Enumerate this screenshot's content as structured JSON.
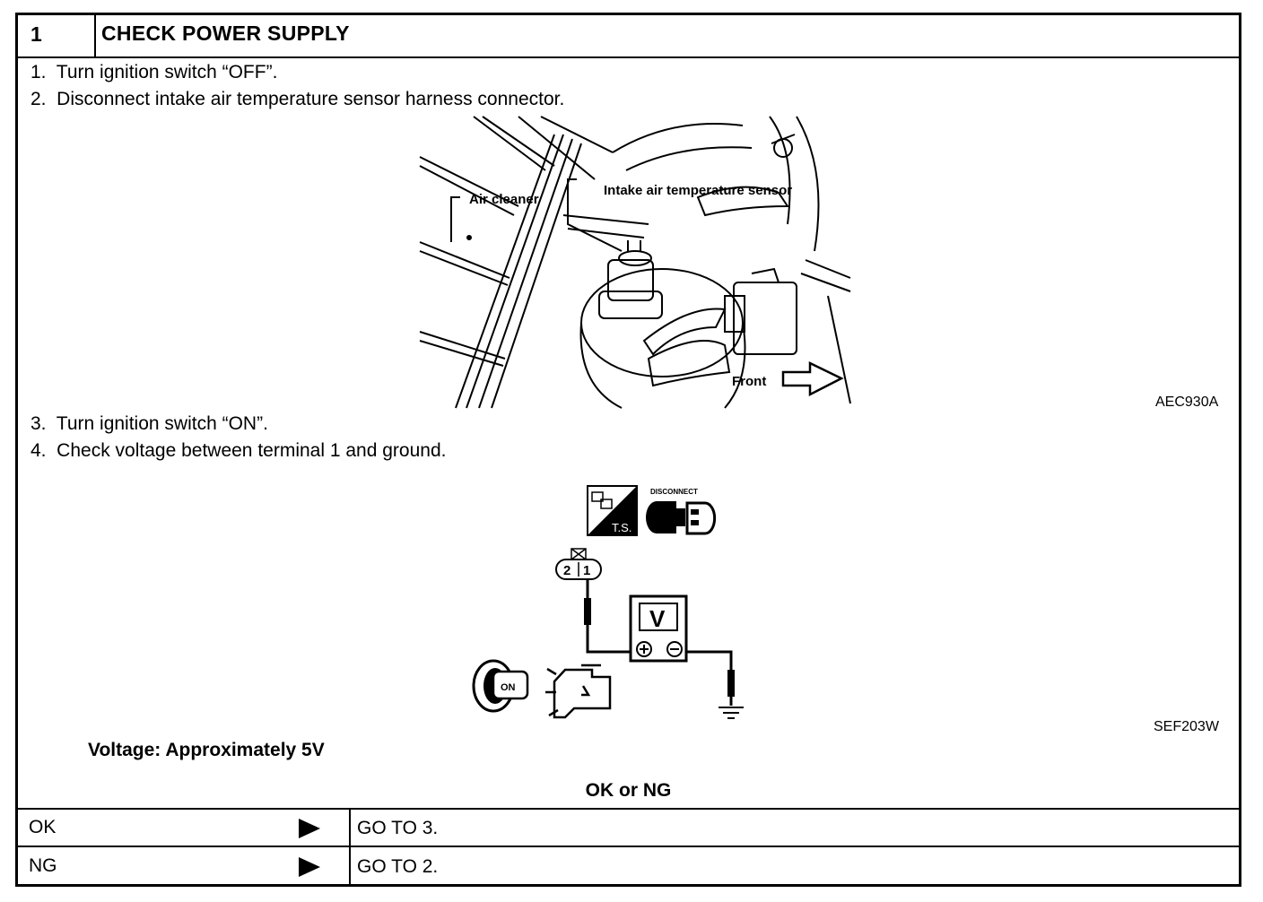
{
  "header": {
    "number": "1",
    "title": "CHECK POWER SUPPLY"
  },
  "steps": [
    "1.  Turn ignition switch “OFF”.",
    "2.  Disconnect intake air temperature sensor harness connector.",
    "3.  Turn ignition switch “ON”.",
    "4.  Check voltage between terminal 1 and ground."
  ],
  "figure1": {
    "labels": {
      "air_cleaner": "Air cleaner",
      "sensor": "Intake air temperature sensor",
      "front": "Front"
    },
    "code": "AEC930A"
  },
  "figure2": {
    "disconnect_label": "DISCONNECT",
    "ts_label": "T.S.",
    "terminals": [
      "2",
      "1"
    ],
    "meter_label": "V",
    "key_label": "ON",
    "code": "SEF203W"
  },
  "spec": "Voltage: Approximately 5V",
  "question": "OK or NG",
  "results": [
    {
      "label": "OK",
      "action": "GO TO 3."
    },
    {
      "label": "NG",
      "action": "GO TO 2."
    }
  ]
}
